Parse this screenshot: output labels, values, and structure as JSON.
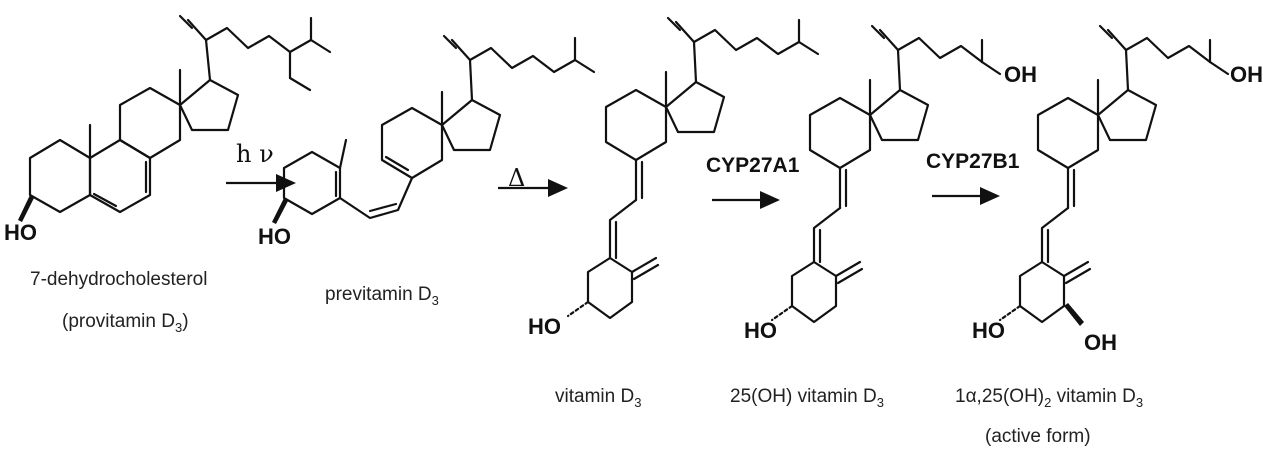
{
  "molecules": [
    {
      "name": "7-dehydrocholesterol",
      "name_sub": "",
      "name_suffix": "",
      "sub_line": "(provitamin D",
      "sub_line_sub": "3",
      "sub_line_end": ")",
      "atoms": [
        "HO"
      ]
    },
    {
      "name": "previtamin D",
      "name_sub": "3",
      "name_suffix": "",
      "sub_line": "",
      "atoms": [
        "HO"
      ]
    },
    {
      "name": "vitamin D",
      "name_sub": "3",
      "name_suffix": "",
      "sub_line": "",
      "atoms": [
        "HO"
      ]
    },
    {
      "name": "25(OH) vitamin D",
      "name_sub": "3",
      "name_suffix": "",
      "sub_line": "",
      "atoms": [
        "OH",
        "HO"
      ]
    },
    {
      "name": "1α,25(OH)",
      "name_sub": "2",
      "name_suffix": " vitamin D",
      "name_sub2": "3",
      "sub_line": "(active form)",
      "atoms": [
        "OH",
        "HO",
        "OH"
      ]
    }
  ],
  "steps": [
    {
      "label": "h ν",
      "style": "condition"
    },
    {
      "label": "Δ",
      "style": "condition"
    },
    {
      "label": "CYP27A1",
      "style": "enzyme"
    },
    {
      "label": "CYP27B1",
      "style": "enzyme"
    }
  ]
}
